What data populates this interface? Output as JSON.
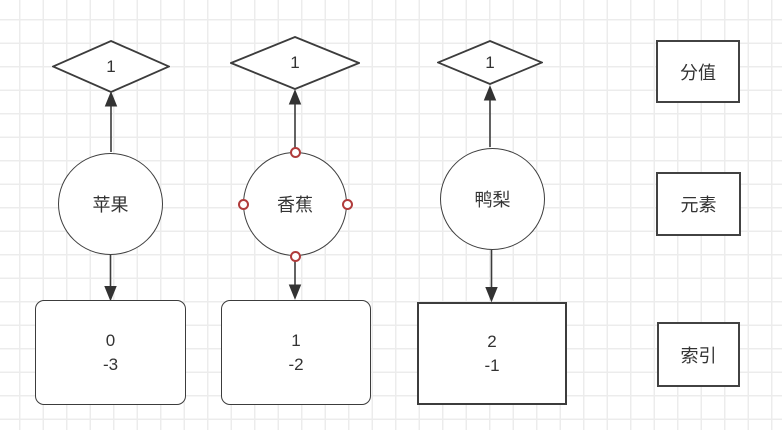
{
  "canvas": {
    "background": "#ffffff",
    "grid_color": "#ececec",
    "stroke_color": "#3c3c3c",
    "text_color": "#333333",
    "connection_point_color": "#b03b3b"
  },
  "columns": [
    {
      "name": "apple",
      "score": {
        "label": "1"
      },
      "element": {
        "label": "苹果",
        "selected": false
      },
      "index": {
        "line1": "0",
        "line2": "-3"
      }
    },
    {
      "name": "banana",
      "score": {
        "label": "1"
      },
      "element": {
        "label": "香蕉",
        "selected": true
      },
      "index": {
        "line1": "1",
        "line2": "-2"
      }
    },
    {
      "name": "pear",
      "score": {
        "label": "1"
      },
      "element": {
        "label": "鸭梨",
        "selected": false
      },
      "index": {
        "line1": "2",
        "line2": "-1"
      }
    }
  ],
  "legend": [
    {
      "label": "分值"
    },
    {
      "label": "元素"
    },
    {
      "label": "索引"
    }
  ]
}
